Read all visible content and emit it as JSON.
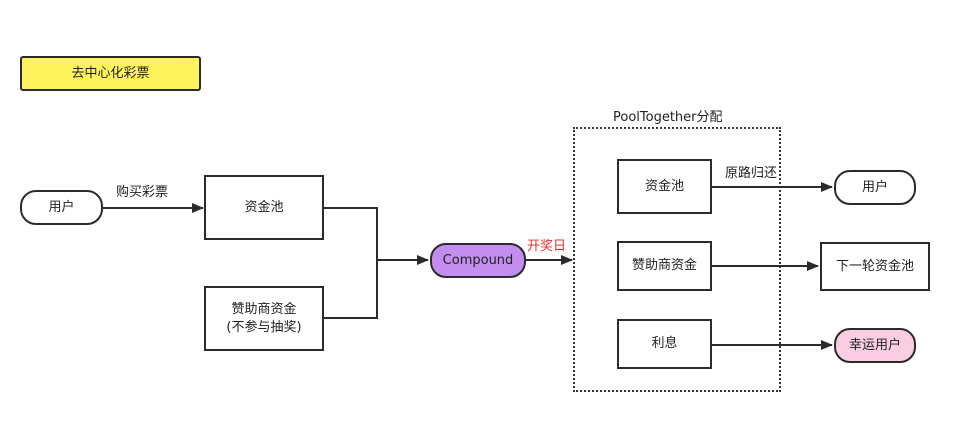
{
  "title": "去中心化彩票",
  "nodes": {
    "user_left": "用户",
    "fund_pool": "资金池",
    "sponsor_line1": "赞助商资金",
    "sponsor_line2": "(不参与抽奖)",
    "compound": "Compound",
    "pool_fund": "资金池",
    "pool_sponsor": "赞助商资金",
    "pool_interest": "利息",
    "user_right": "用户",
    "next_pool": "下一轮资金池",
    "lucky_user": "幸运用户"
  },
  "labels": {
    "buy": "购买彩票",
    "draw_day": "开奖日",
    "pool_together": "PoolTogether分配",
    "return": "原路归还"
  },
  "colors": {
    "title_fill": "#fff45c",
    "compound_fill": "#c38ef0",
    "lucky_fill": "#fbcde2",
    "draw_day_text": "#e8322f",
    "stroke": "#2b2b2b"
  }
}
